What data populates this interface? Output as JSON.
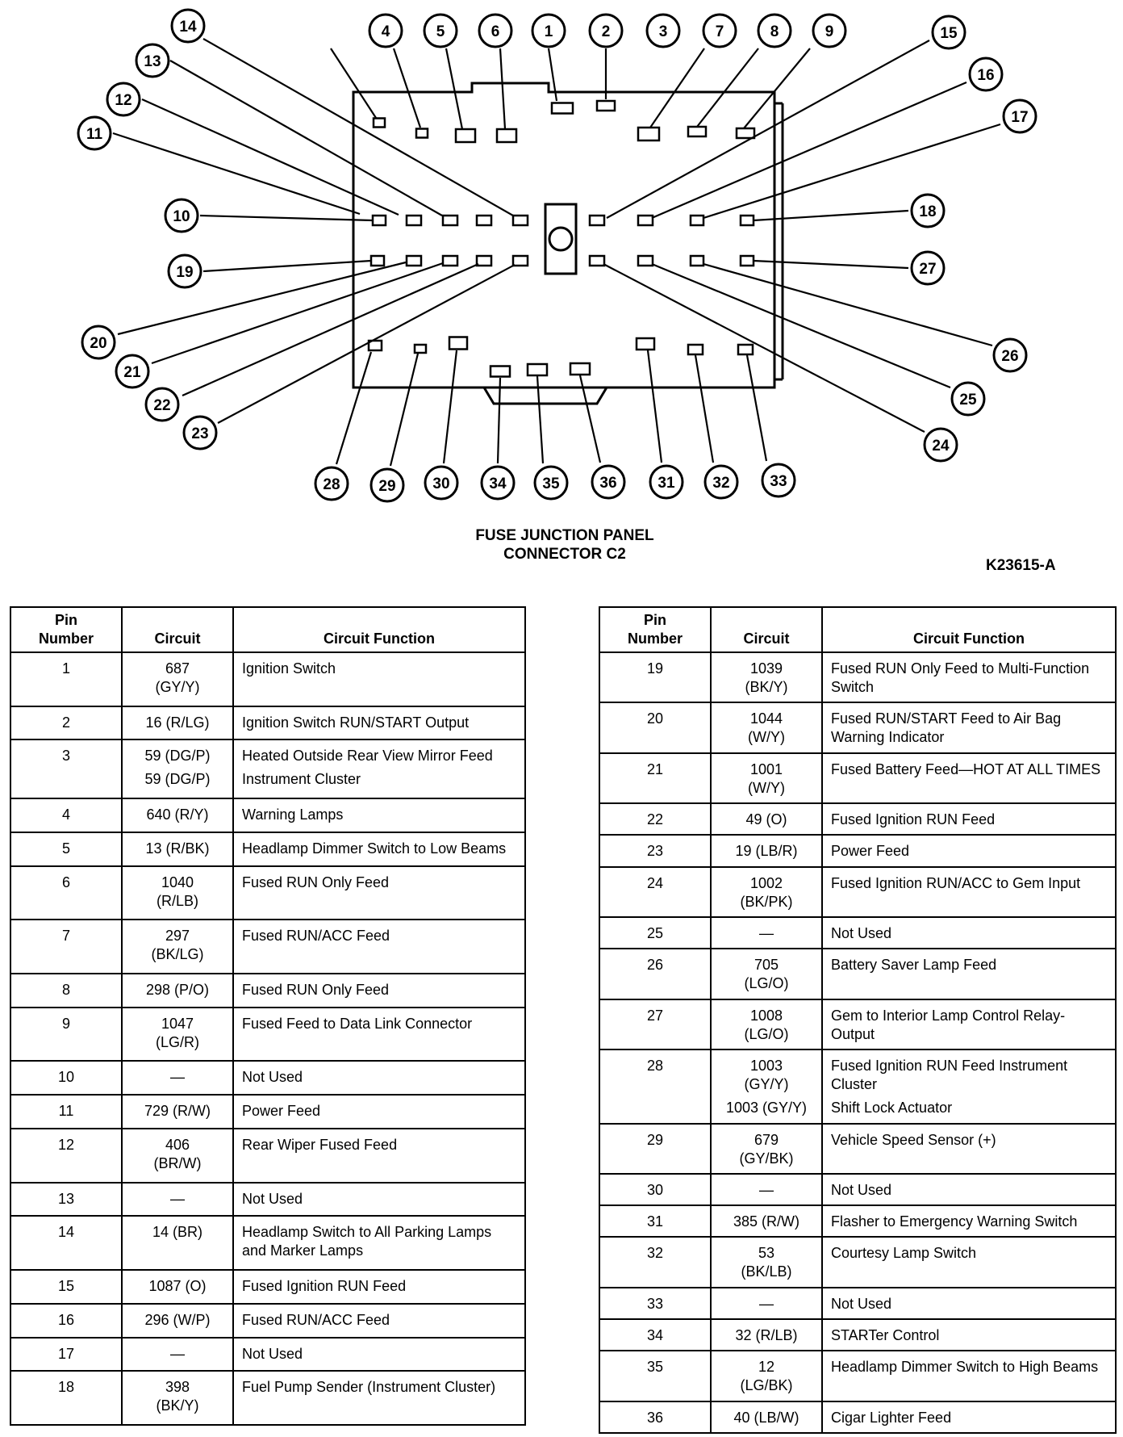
{
  "diagram": {
    "title_line1": "FUSE JUNCTION PANEL",
    "title_line2": "CONNECTOR C2",
    "figure_id": "K23615-A",
    "callouts": [
      "1",
      "2",
      "3",
      "4",
      "5",
      "6",
      "7",
      "8",
      "9",
      "10",
      "11",
      "12",
      "13",
      "14",
      "15",
      "16",
      "17",
      "18",
      "19",
      "20",
      "21",
      "22",
      "23",
      "24",
      "25",
      "26",
      "27",
      "28",
      "29",
      "30",
      "31",
      "32",
      "33",
      "34",
      "35",
      "36"
    ]
  },
  "table": {
    "headers": {
      "pin_line1": "Pin",
      "pin_line2": "Number",
      "circuit": "Circuit",
      "function": "Circuit Function"
    },
    "left": [
      {
        "pin": "1",
        "circuit": [
          "687",
          "(GY/Y)"
        ],
        "function": "Ignition Switch"
      },
      {
        "pin": "2",
        "circuit": [
          "16 (R/LG)"
        ],
        "function": "Ignition Switch RUN/START Output"
      },
      {
        "pin": "3",
        "circuit": [
          "59 (DG/P)"
        ],
        "function": "Heated Outside Rear View Mirror Feed",
        "circuit2": "59 (DG/P)",
        "function2": "Instrument Cluster"
      },
      {
        "pin": "4",
        "circuit": [
          "640 (R/Y)"
        ],
        "function": "Warning Lamps"
      },
      {
        "pin": "5",
        "circuit": [
          "13 (R/BK)"
        ],
        "function": "Headlamp Dimmer Switch to Low Beams"
      },
      {
        "pin": "6",
        "circuit": [
          "1040",
          "(R/LB)"
        ],
        "function": "Fused RUN Only Feed"
      },
      {
        "pin": "7",
        "circuit": [
          "297",
          "(BK/LG)"
        ],
        "function": "Fused RUN/ACC Feed"
      },
      {
        "pin": "8",
        "circuit": [
          "298 (P/O)"
        ],
        "function": "Fused RUN Only Feed"
      },
      {
        "pin": "9",
        "circuit": [
          "1047",
          "(LG/R)"
        ],
        "function": "Fused Feed to Data Link Connector"
      },
      {
        "pin": "10",
        "circuit": [
          "—"
        ],
        "function": "Not Used"
      },
      {
        "pin": "11",
        "circuit": [
          "729 (R/W)"
        ],
        "function": "Power Feed"
      },
      {
        "pin": "12",
        "circuit": [
          "406",
          "(BR/W)"
        ],
        "function": "Rear Wiper Fused Feed"
      },
      {
        "pin": "13",
        "circuit": [
          "—"
        ],
        "function": "Not Used"
      },
      {
        "pin": "14",
        "circuit": [
          "14 (BR)"
        ],
        "function": "Headlamp Switch to All Parking Lamps and Marker Lamps"
      },
      {
        "pin": "15",
        "circuit": [
          "1087 (O)"
        ],
        "function": "Fused Ignition RUN Feed"
      },
      {
        "pin": "16",
        "circuit": [
          "296 (W/P)"
        ],
        "function": "Fused RUN/ACC Feed"
      },
      {
        "pin": "17",
        "circuit": [
          "—"
        ],
        "function": "Not Used"
      },
      {
        "pin": "18",
        "circuit": [
          "398",
          "(BK/Y)"
        ],
        "function": "Fuel Pump Sender (Instrument Cluster)"
      }
    ],
    "right": [
      {
        "pin": "19",
        "circuit": [
          "1039",
          "(BK/Y)"
        ],
        "function": "Fused RUN Only Feed to Multi-Function Switch"
      },
      {
        "pin": "20",
        "circuit": [
          "1044",
          "(W/Y)"
        ],
        "function": "Fused RUN/START Feed to Air Bag Warning Indicator"
      },
      {
        "pin": "21",
        "circuit": [
          "1001",
          "(W/Y)"
        ],
        "function": "Fused Battery Feed—HOT AT ALL TIMES"
      },
      {
        "pin": "22",
        "circuit": [
          "49 (O)"
        ],
        "function": "Fused Ignition RUN Feed"
      },
      {
        "pin": "23",
        "circuit": [
          "19 (LB/R)"
        ],
        "function": "Power Feed"
      },
      {
        "pin": "24",
        "circuit": [
          "1002",
          "(BK/PK)"
        ],
        "function": "Fused Ignition RUN/ACC to Gem Input"
      },
      {
        "pin": "25",
        "circuit": [
          "—"
        ],
        "function": "Not Used"
      },
      {
        "pin": "26",
        "circuit": [
          "705",
          "(LG/O)"
        ],
        "function": "Battery Saver Lamp Feed"
      },
      {
        "pin": "27",
        "circuit": [
          "1008",
          "(LG/O)"
        ],
        "function": "Gem to Interior Lamp Control Relay-Output"
      },
      {
        "pin": "28",
        "circuit": [
          "1003",
          "(GY/Y)"
        ],
        "function": "Fused Ignition RUN Feed Instrument Cluster",
        "circuit2": "1003 (GY/Y)",
        "function2": "Shift Lock Actuator"
      },
      {
        "pin": "29",
        "circuit": [
          "679",
          "(GY/BK)"
        ],
        "function": "Vehicle Speed Sensor (+)"
      },
      {
        "pin": "30",
        "circuit": [
          "—"
        ],
        "function": "Not Used"
      },
      {
        "pin": "31",
        "circuit": [
          "385 (R/W)"
        ],
        "function": "Flasher to Emergency Warning Switch"
      },
      {
        "pin": "32",
        "circuit": [
          "53",
          "(BK/LB)"
        ],
        "function": "Courtesy Lamp Switch"
      },
      {
        "pin": "33",
        "circuit": [
          "—"
        ],
        "function": "Not Used"
      },
      {
        "pin": "34",
        "circuit": [
          "32 (R/LB)"
        ],
        "function": "STARTer Control"
      },
      {
        "pin": "35",
        "circuit": [
          "12",
          "(LG/BK)"
        ],
        "function": "Headlamp Dimmer Switch to High Beams"
      },
      {
        "pin": "36",
        "circuit": [
          "40 (LB/W)"
        ],
        "function": "Cigar Lighter Feed"
      }
    ]
  }
}
